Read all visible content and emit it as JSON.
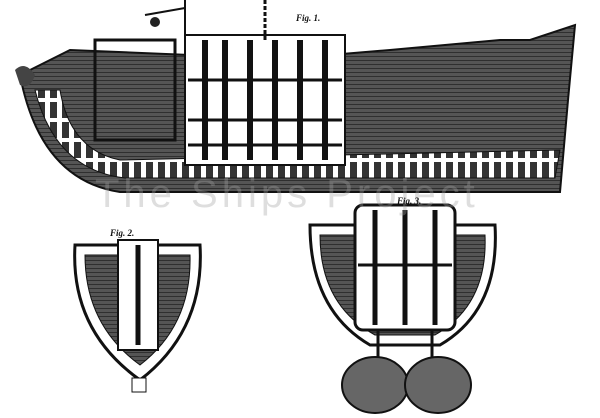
{
  "figures": {
    "fig1": {
      "label": "Fig. 1."
    },
    "fig2": {
      "label": "Fig. 2."
    },
    "fig3": {
      "label": "Fig. 3."
    }
  },
  "watermark": "The Ships Project",
  "colors": {
    "ink": "#111111",
    "wood": "#3a3a3a",
    "paper": "#ffffff"
  }
}
